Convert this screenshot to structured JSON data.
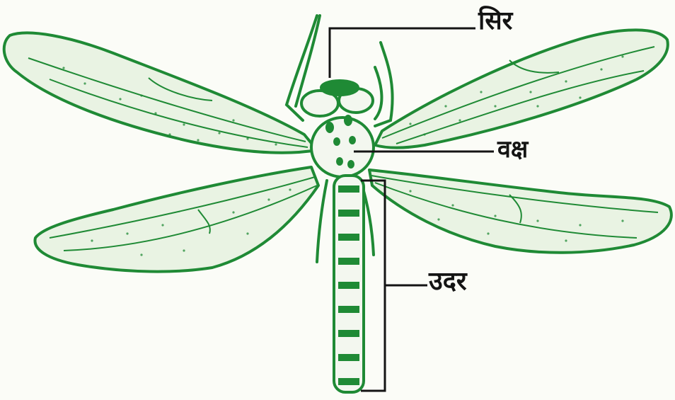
{
  "diagram": {
    "labels": {
      "head": "सिर",
      "thorax": "वक्ष",
      "abdomen": "उदर"
    },
    "colors": {
      "ink": "#1f8a35",
      "wing_fill": "#e9f3e3",
      "leader": "#141414",
      "paper": "#fbfcf7"
    }
  }
}
